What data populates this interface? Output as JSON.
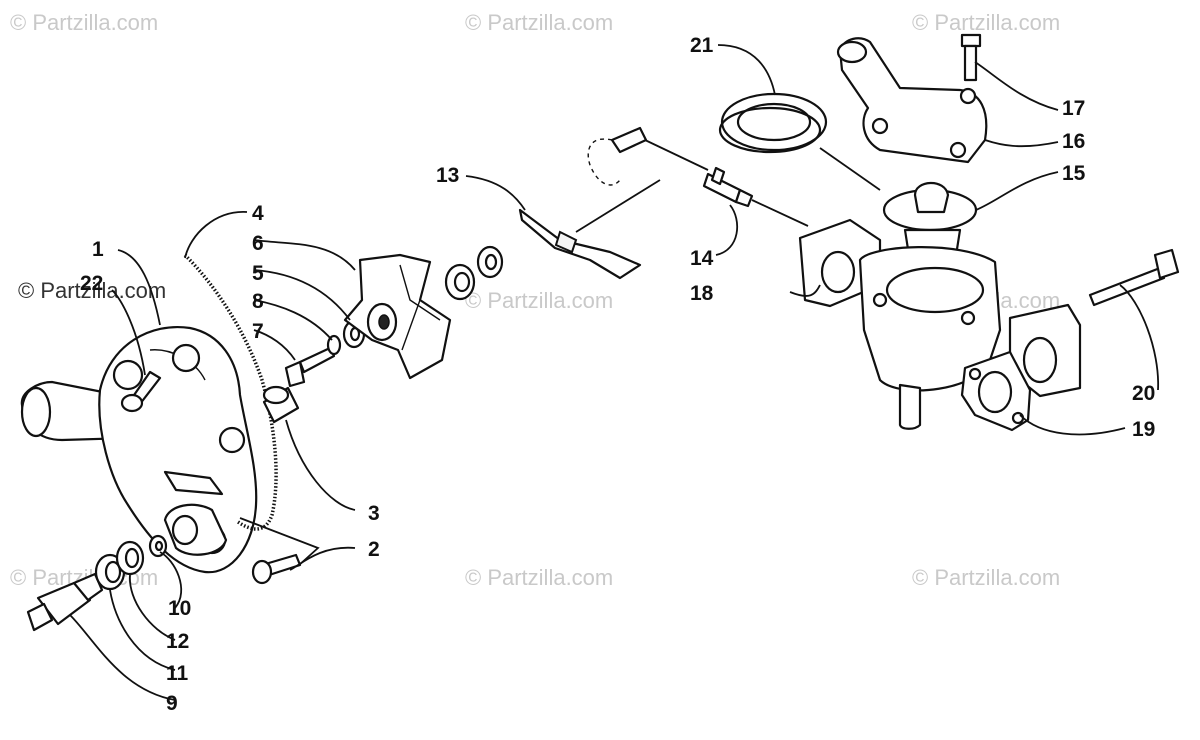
{
  "watermark": {
    "text": "© Partzilla.com",
    "color": "#c9c9c9"
  },
  "callouts": {
    "c1": "1",
    "c2": "2",
    "c3": "3",
    "c4": "4",
    "c5": "5",
    "c6": "6",
    "c7": "7",
    "c8": "8",
    "c9": "9",
    "c10": "10",
    "c11": "11",
    "c12": "12",
    "c13": "13",
    "c14": "14",
    "c15": "15",
    "c16": "16",
    "c17": "17",
    "c18": "18",
    "c19": "19",
    "c20": "20",
    "c21": "21",
    "c22": "22"
  },
  "colors": {
    "line": "#111111",
    "background": "#ffffff"
  }
}
